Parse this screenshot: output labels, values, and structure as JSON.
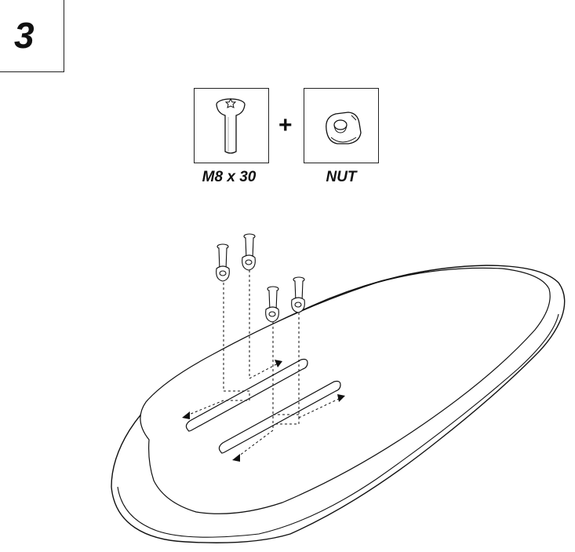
{
  "step": {
    "number": "3"
  },
  "parts": [
    {
      "id": "bolt",
      "label": "M8 x 30",
      "icon": "bolt-icon"
    },
    {
      "id": "nut",
      "label": "NUT",
      "icon": "nut-icon"
    }
  ],
  "operator": "+"
}
